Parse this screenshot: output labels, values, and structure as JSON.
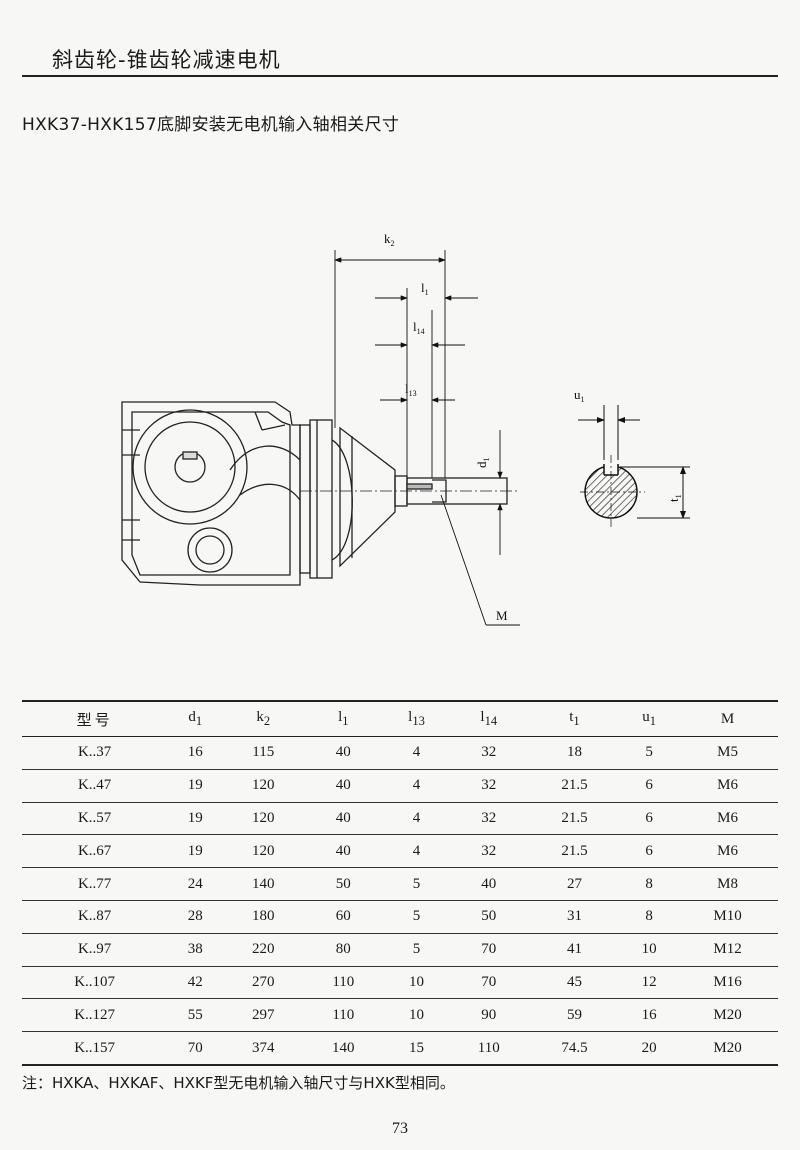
{
  "header": {
    "title": "斜齿轮-锥齿轮减速电机"
  },
  "section": {
    "title": "HXK37-HXK157底脚安装无电机输入轴相关尺寸"
  },
  "drawing": {
    "labels": {
      "k2": "k",
      "k2_sub": "2",
      "l1": "l",
      "l1_sub": "1",
      "l14": "l",
      "l14_sub": "14",
      "l13": "l",
      "l13_sub": "13",
      "d1": "d",
      "d1_sub": "1",
      "u1": "u",
      "u1_sub": "1",
      "t1": "t",
      "t1_sub": "1",
      "M": "M"
    }
  },
  "table": {
    "headers": [
      {
        "main": "型号",
        "sub": ""
      },
      {
        "main": "d",
        "sub": "1"
      },
      {
        "main": "k",
        "sub": "2"
      },
      {
        "main": "l",
        "sub": "1"
      },
      {
        "main": "l",
        "sub": "13"
      },
      {
        "main": "l",
        "sub": "14"
      },
      {
        "main": "t",
        "sub": "1"
      },
      {
        "main": "u",
        "sub": "1"
      },
      {
        "main": "M",
        "sub": ""
      }
    ],
    "rows": [
      [
        "K..37",
        "16",
        "115",
        "40",
        "4",
        "32",
        "18",
        "5",
        "M5"
      ],
      [
        "K..47",
        "19",
        "120",
        "40",
        "4",
        "32",
        "21.5",
        "6",
        "M6"
      ],
      [
        "K..57",
        "19",
        "120",
        "40",
        "4",
        "32",
        "21.5",
        "6",
        "M6"
      ],
      [
        "K..67",
        "19",
        "120",
        "40",
        "4",
        "32",
        "21.5",
        "6",
        "M6"
      ],
      [
        "K..77",
        "24",
        "140",
        "50",
        "5",
        "40",
        "27",
        "8",
        "M8"
      ],
      [
        "K..87",
        "28",
        "180",
        "60",
        "5",
        "50",
        "31",
        "8",
        "M10"
      ],
      [
        "K..97",
        "38",
        "220",
        "80",
        "5",
        "70",
        "41",
        "10",
        "M12"
      ],
      [
        "K..107",
        "42",
        "270",
        "110",
        "10",
        "70",
        "45",
        "12",
        "M16"
      ],
      [
        "K..127",
        "55",
        "297",
        "110",
        "10",
        "90",
        "59",
        "16",
        "M20"
      ],
      [
        "K..157",
        "70",
        "374",
        "140",
        "15",
        "110",
        "74.5",
        "20",
        "M20"
      ]
    ]
  },
  "note": {
    "text": "注：HXKA、HXKAF、HXKF型无电机输入轴尺寸与HXK型相同。"
  },
  "page": {
    "number": "73"
  }
}
